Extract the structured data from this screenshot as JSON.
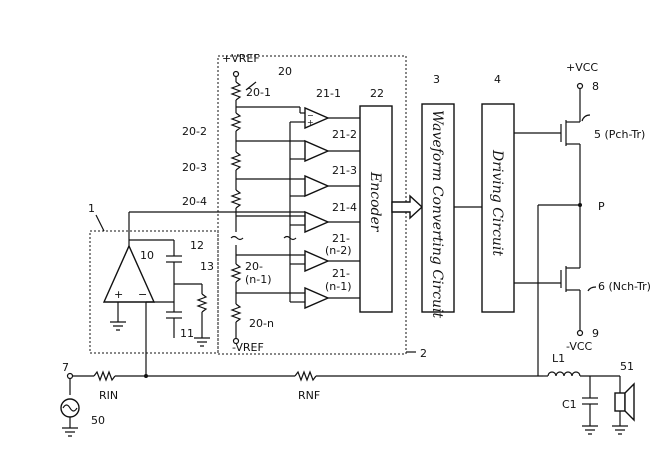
{
  "labels": {
    "vref_pos": "+VREF",
    "vref_neg": "-VREF",
    "n20": "20",
    "n20_1": "20-1",
    "n20_2": "20-2",
    "n20_3": "20-3",
    "n20_4": "20-4",
    "n20_nm1_a": "20-",
    "n20_nm1_b": "(n-1)",
    "n20_n": "20-n",
    "n21_1": "21-1",
    "n21_2": "21-2",
    "n21_3": "21-3",
    "n21_4": "21-4",
    "n21_nm2_a": "21-",
    "n21_nm2_b": "(n-2)",
    "n21_nm1_a": "21-",
    "n21_nm1_b": "(n-1)",
    "n22": "22",
    "n3": "3",
    "n4": "4",
    "n1": "1",
    "n2": "2",
    "n10": "10",
    "n11": "11",
    "n12": "12",
    "n13": "13",
    "n7": "7",
    "n50": "50",
    "n51": "51",
    "n8": "8",
    "n9": "9",
    "n5": "5 (Pch-Tr)",
    "n6": "6 (Nch-Tr)",
    "p": "P",
    "vcc_pos": "+VCC",
    "vcc_neg": "-VCC",
    "rin": "RIN",
    "rnf": "RNF",
    "l1": "L1",
    "c1": "C1",
    "opamp_plus": "+",
    "opamp_minus": "−",
    "comp_plus": "+",
    "comp_minus": "−"
  },
  "blocks": {
    "encoder": "Encoder",
    "waveform": "Waveform Converting Circuit",
    "driving": "Driving Circuit"
  },
  "icons": {
    "ac_source": "ac-source-icon",
    "speaker": "speaker-icon",
    "ground": "ground-icon",
    "resistor": "resistor-icon",
    "capacitor": "capacitor-icon",
    "inductor": "inductor-icon",
    "comparator": "comparator-icon",
    "opamp": "opamp-icon",
    "transistor": "transistor-icon"
  }
}
